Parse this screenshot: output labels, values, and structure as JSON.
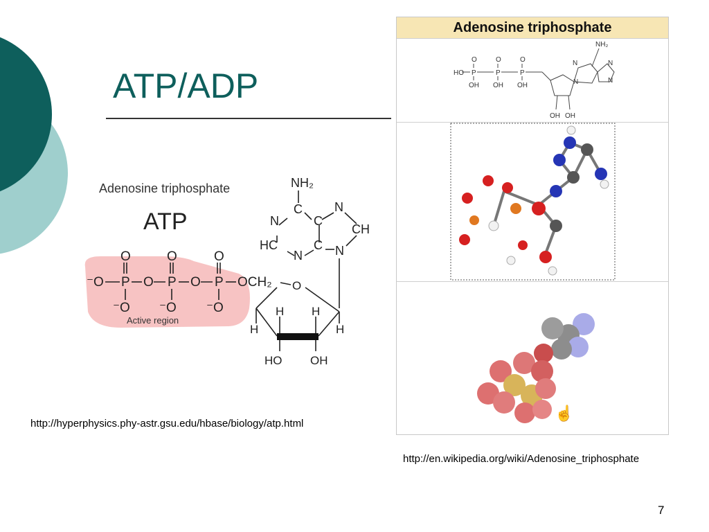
{
  "slide": {
    "title": "ATP/ADP",
    "page_number": "7",
    "source_left": "http://hyperphysics.phy-astr.gsu.edu/hbase/biology/atp.html",
    "source_right": "http://en.wikipedia.org/wiki/Adenosine_triphosphate"
  },
  "atp_diagram": {
    "caption": "Adenosine triphosphate",
    "abbrev": "ATP",
    "active_region_label": "Active region",
    "labels": {
      "nh2": "NH₂",
      "n": "N",
      "c": "C",
      "ch": "CH",
      "hc": "HC",
      "p": "P",
      "o": "O",
      "minus_o": "⁻O",
      "och2": "OCH₂",
      "h": "H",
      "ho": "HO",
      "oh": "OH"
    }
  },
  "wiki_panel": {
    "header": "Adenosine triphosphate",
    "skeletal_labels": {
      "nh2": "NH₂",
      "n": "N",
      "o": "O",
      "oh": "OH",
      "ho": "HO",
      "p": "P"
    }
  },
  "colors": {
    "title": "#0e5f5c",
    "deco_dark": "#0e5f5c",
    "deco_light": "#9fcfcd",
    "active_region": "#f6b9b9",
    "wiki_header_bg": "#f7e6b4"
  }
}
